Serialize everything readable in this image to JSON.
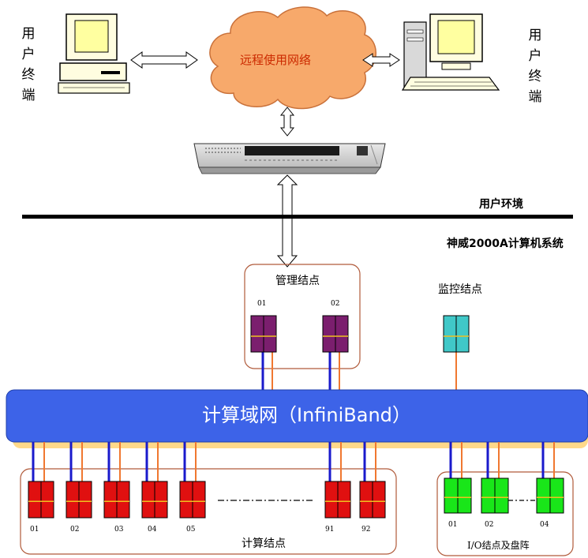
{
  "user_terminal_left": "用户终端",
  "user_terminal_right": "用户终端",
  "cloud_label": "远程使用网络",
  "env_label": "用户环境",
  "system_label": "神威2000A计算机系统",
  "mgmt_label": "管理结点",
  "mgmt_nodes": [
    "01",
    "02"
  ],
  "monitor_label": "监控结点",
  "bus_label": "计算域网（InfiniBand）",
  "compute_label": "计算结点",
  "compute_nodes": [
    "01",
    "02",
    "03",
    "04",
    "05",
    "91",
    "92"
  ],
  "io_label": "I/O结点及盘阵",
  "io_nodes": [
    "01",
    "02",
    "04"
  ],
  "colors": {
    "cloud": "#f7a96b",
    "bus": "#3d63e8",
    "mgmt_node": "#7b1e6e",
    "monitor_node": "#40c8c8",
    "compute_node": "#e01010",
    "io_node": "#19e619",
    "blue_link": "#1a1acc",
    "orange_link": "#f07830",
    "group_border": "#b05a3a"
  }
}
